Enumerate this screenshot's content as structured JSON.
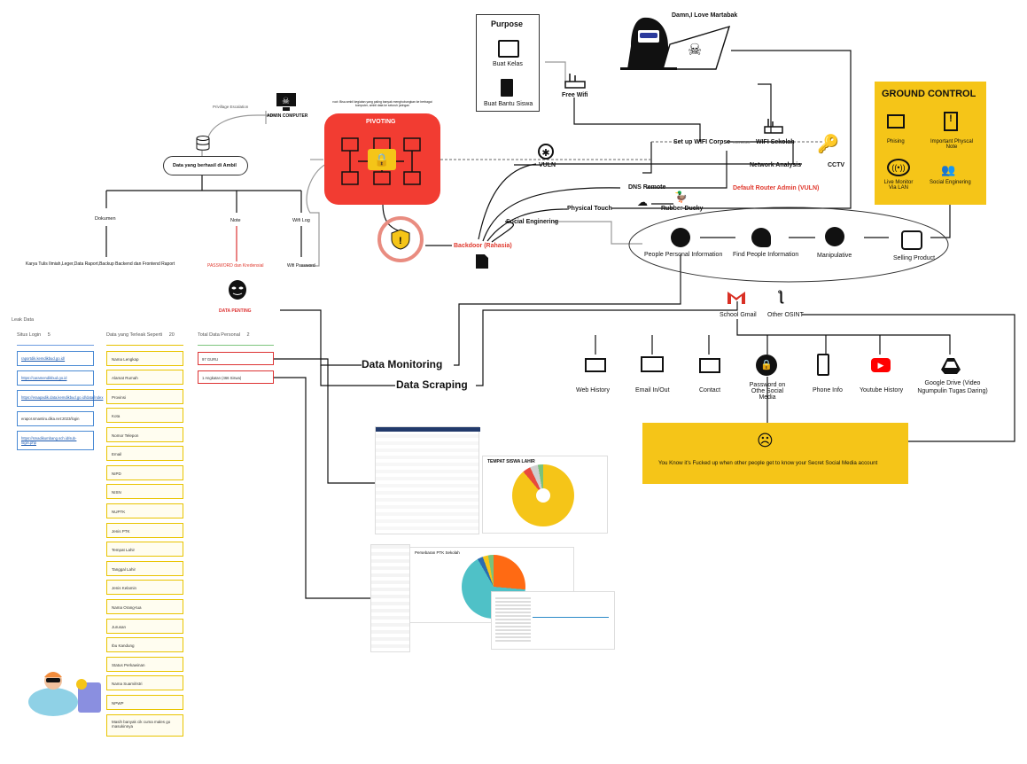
{
  "hacker": {
    "caption": "Damn,I Love Martabak"
  },
  "purpose": {
    "title": "Purpose",
    "item1": "Buat Kelas",
    "item2": "Buat Bantu Siswa"
  },
  "free_wifi": "Free Wifi",
  "pivoting": {
    "title": "PIVOTING",
    "note": "root: Bisa ambil kegiatan yang paling banyak menghubungkan ke berbagai komputer, ambil data ke seluruh jaringan"
  },
  "admin_computer": "ADMIN COMPUTER",
  "privilege_escalation": "Privillage Escalation",
  "data_berhasil": "Data yang berhasil di Ambil",
  "branches": {
    "dokumen": "Dokumen",
    "note": "Note",
    "wifi_log": "Wifi Log"
  },
  "leaves": {
    "dokumen": "Karya Tulis Ilmiah,Leger,Data Raport,Backup Backend dan Frontend Raport",
    "note": "PASSWORD dan Kredensial",
    "wifi": "Wifi Password"
  },
  "data_penting": "DATA PENTING",
  "network": {
    "set_up_wifi": "Set up WIFI Corpse",
    "connected": "Connected",
    "wifi_sekolah": "WIFI Sekolah",
    "vuln": "VULN",
    "network_analysis": "Network Analysis",
    "cctv": "CCTV",
    "dns_remote": "DNS Remote",
    "default_router": "Default Router Admin (VULN)",
    "physical_touch": "Physical Touch",
    "rubber_ducky": "Rubber Ducky",
    "social_engineering": "Social Enginering",
    "backdoor": "Backdoor (Rahasia)"
  },
  "ground_control": {
    "title": "GROUND CONTROL",
    "phising": "Phising",
    "important_note": "Important Physcal Note",
    "live_monitor": "Live Monitor Via LAN",
    "social_eng": "Social Enginering"
  },
  "people": {
    "personal_info": "People Personal Information",
    "find_info": "Find People Information",
    "manipulative": "Manipulative",
    "selling": "Selling Product"
  },
  "osint": {
    "gmail": "School Gmail",
    "other": "Other OSINT"
  },
  "services": [
    {
      "label": "Web History"
    },
    {
      "label": "Email In/Out"
    },
    {
      "label": "Contact"
    },
    {
      "label": "Password on Othe Social Media"
    },
    {
      "label": "Phone Info"
    },
    {
      "label": "Youtube History"
    },
    {
      "label": "Google Drive (Video Ngumpulin Tugas Daring)"
    }
  ],
  "social_media_warning": "You Know it's Fucked up when other people get to know your Secret Social Media account",
  "data_monitoring": "Data Monitoring",
  "data_scraping": "Data Scraping",
  "leak": {
    "title": "Leak Data",
    "situs_login": {
      "label": "Situs Login",
      "count": "5"
    },
    "data_terleak": {
      "label": "Data yang Terleak Seperti",
      "count": "20"
    },
    "total_data": {
      "label": "Total Data Personal",
      "count": "2"
    },
    "situs_items": [
      "raportdik.kemdikbud.go.id/",
      "https://caramendikbud.go.id",
      "https://eraapadik.data.kemdikbud.go.id/data/index",
      "erapor.smantiru.dika.net:2023/login",
      "https://smadikumbang.sch.id/sub-login.php"
    ],
    "data_items": [
      "Nama Lengkap",
      "Alamat Rumah",
      "Provinsi",
      "Kota",
      "Nomor Telepon",
      "Email",
      "NIPD",
      "NISN",
      "NUPTK",
      "Jenis PTK",
      "Tempat Lahir",
      "Tanggal Lahir",
      "Jenis Kelamin",
      "Nama Orang-tua",
      "Jurusan",
      "Ibu Kandung",
      "Status Perkawinan",
      "Nama Suami/Istri",
      "NPWP",
      "Masih banyak cik cuma males go masukinnya"
    ],
    "total_items": [
      "97 GURU",
      "1 Angkatan (466 Siswa)"
    ]
  },
  "charts": {
    "tempat_lahir": "TEMPAT SISWA LAHIR",
    "ptk": "Persebaran PTK Sekolah"
  },
  "colors": {
    "red": "#f23c32",
    "yellow": "#f5c518",
    "dark": "#111111",
    "link": "#1e5bb0"
  }
}
